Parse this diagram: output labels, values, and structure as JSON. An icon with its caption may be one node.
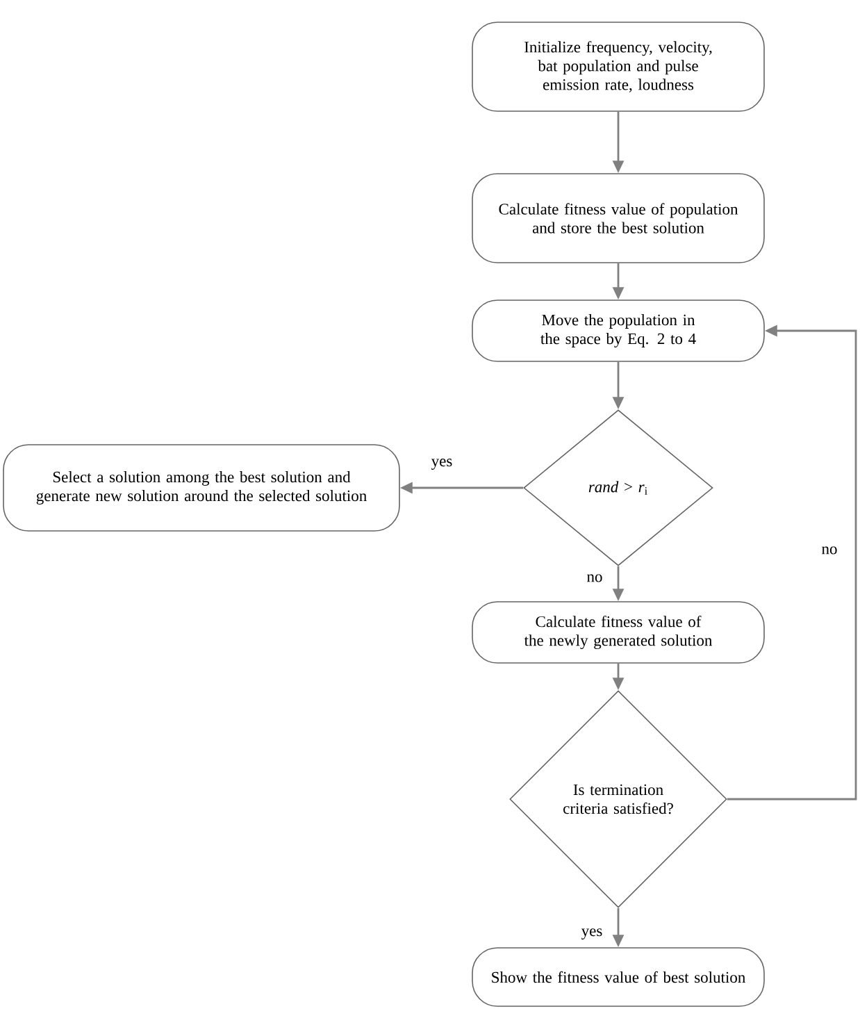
{
  "diagram": {
    "nodes": [
      {
        "text": [
          "Initialize frequency, velocity, bat population and pulse emission rate, loudness"
        ]
      },
      {
        "text": [
          "Calculate fitness value of population and store the best solution"
        ]
      },
      {
        "text": [
          "Move the population in the space by Eq. 2 to 4"
        ]
      },
      {
        "text": [
          "*rand* > *r*$_{i}$"
        ]
      },
      {
        "text": [
          "Select a solution among the best solution and generate new solution around the selected solution"
        ]
      },
      {
        "text": [
          "Calculate fitness value of the newly generated solution"
        ]
      },
      {
        "text": [
          "Is termination criteria satisfied?"
        ]
      },
      {
        "text": [
          "Show the fitness value of best solution"
        ]
      }
    ],
    "edges": [
      {
        "from": 0,
        "to": 1,
        "arrow": "to"
      },
      {
        "from": 1,
        "to": 2,
        "arrow": "to"
      },
      {
        "from": 2,
        "to": 3,
        "arrow": "to"
      },
      {
        "from": 3,
        "to": 4,
        "arrow": "to",
        "label": "yes"
      },
      {
        "from": 3,
        "to": 5,
        "arrow": "to",
        "label": "no"
      },
      {
        "from": 5,
        "to": 6,
        "arrow": "to"
      },
      {
        "from": 6,
        "to": 7,
        "arrow": "to",
        "label": "yes"
      },
      {
        "from": 6,
        "to": 2,
        "arrow": "to",
        "label": "no"
      }
    ]
  }
}
